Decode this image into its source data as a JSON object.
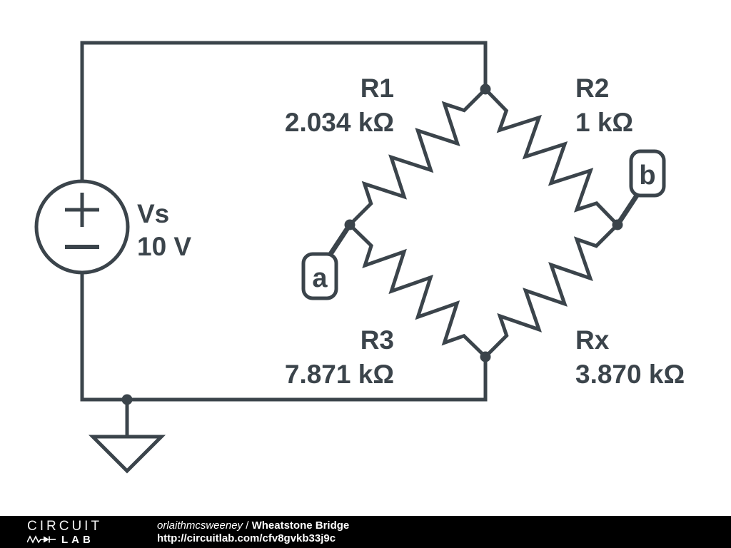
{
  "schematic": {
    "source": {
      "name": "Vs",
      "value": "10 V"
    },
    "resistors": {
      "r1": {
        "name": "R1",
        "value": "2.034 kΩ"
      },
      "r2": {
        "name": "R2",
        "value": "1 kΩ"
      },
      "r3": {
        "name": "R3",
        "value": "7.871 kΩ"
      },
      "rx": {
        "name": "Rx",
        "value": "3.870 kΩ"
      }
    },
    "probes": {
      "a": "a",
      "b": "b"
    }
  },
  "footer": {
    "logo_top": "CIRCUIT",
    "logo_bottom": "LAB",
    "author": "orlaithmcsweeney",
    "separator": " / ",
    "title": "Wheatstone Bridge",
    "url": "http://circuitlab.com/cfv8gvkb33j9c"
  },
  "colors": {
    "line": "#3b444b",
    "background": "#ffffff",
    "footer_bg": "#000000",
    "footer_text": "#ffffff"
  }
}
